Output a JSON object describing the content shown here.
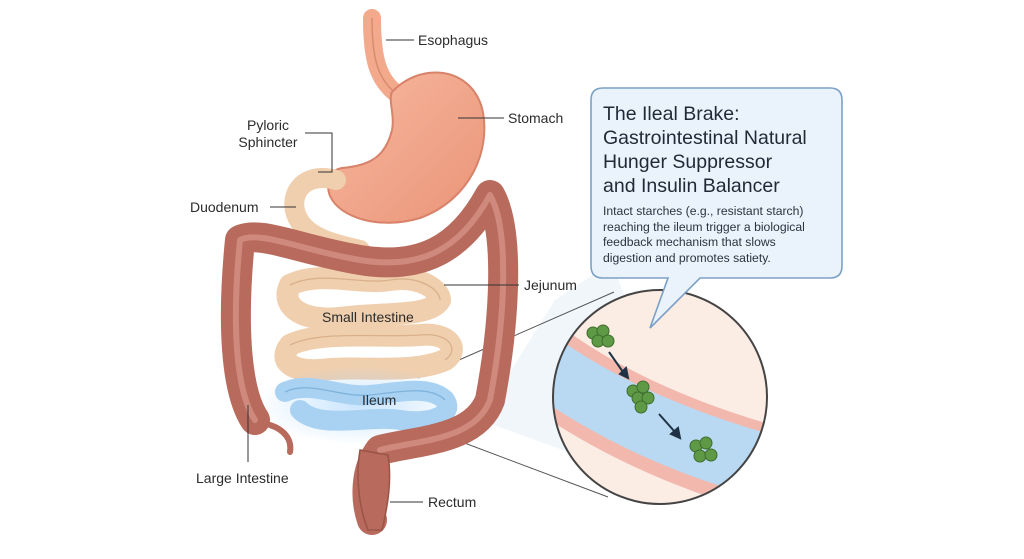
{
  "labels": {
    "esophagus": "Esophagus",
    "stomach": "Stomach",
    "pyloric_sphincter": "Pyloric\nSphincter",
    "duodenum": "Duodenum",
    "jejunum": "Jejunum",
    "small_intestine": "Small Intestine",
    "ileum": "Ileum",
    "large_intestine": "Large Intestine",
    "rectum": "Rectum"
  },
  "callout": {
    "title": "The Ileal Brake:\nGastrointestinal Natural\nHunger Suppressor\nand Insulin Balancer",
    "body": "Intact starches (e.g., resistant starch)\nreaching the ileum trigger a biological\nfeedback mechanism that slows\ndigestion and promotes satiety."
  },
  "colors": {
    "stomach": "#f2a98c",
    "small_intestine": "#f0cfae",
    "ileum": "#a9d2f2",
    "large_intestine": "#b86a5c",
    "callout_fill": "#eaf3fb",
    "callout_stroke": "#7ba1c6",
    "starch_granule": "#5e9a45"
  }
}
